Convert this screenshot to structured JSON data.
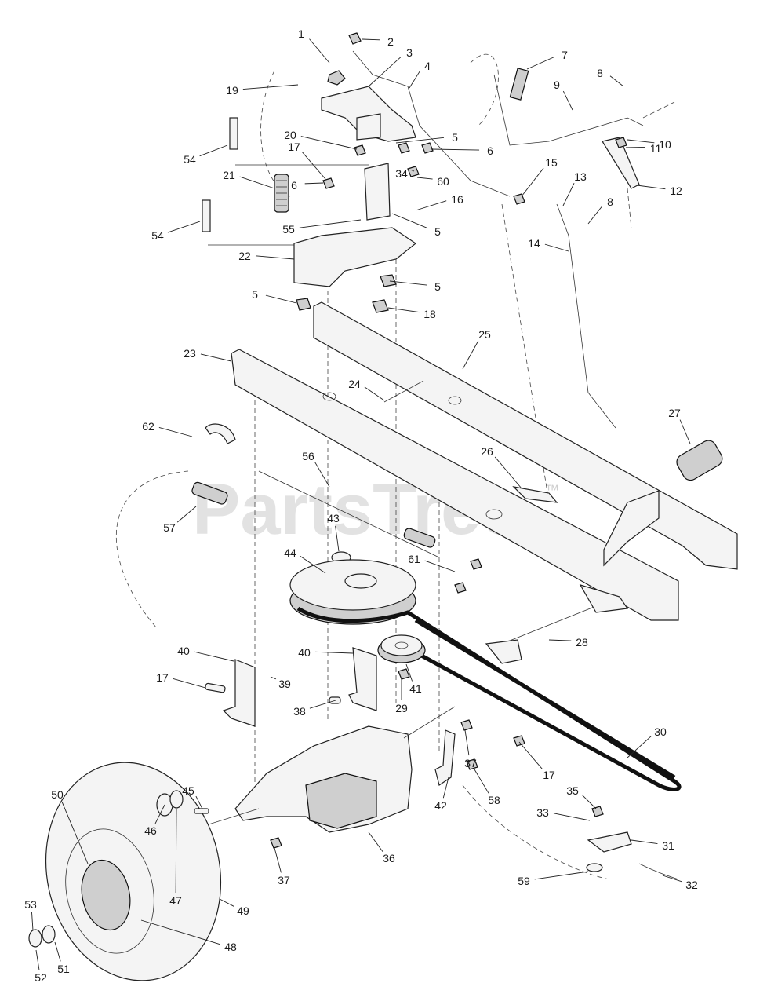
{
  "watermark": {
    "brand": "PartsTree",
    "trademark": "™"
  },
  "callouts": [
    "1",
    "2",
    "3",
    "4",
    "5",
    "5",
    "5",
    "5",
    "6",
    "6",
    "7",
    "8",
    "8",
    "9",
    "10",
    "11",
    "12",
    "13",
    "14",
    "15",
    "16",
    "17",
    "17",
    "17",
    "18",
    "19",
    "20",
    "21",
    "22",
    "23",
    "24",
    "25",
    "26",
    "27",
    "28",
    "29",
    "30",
    "31",
    "32",
    "33",
    "34",
    "35",
    "36",
    "37",
    "37",
    "38",
    "39",
    "40",
    "40",
    "41",
    "42",
    "43",
    "44",
    "45",
    "46",
    "47",
    "48",
    "49",
    "50",
    "51",
    "52",
    "53",
    "54",
    "54",
    "55",
    "56",
    "57",
    "58",
    "59",
    "60",
    "61",
    "62"
  ]
}
